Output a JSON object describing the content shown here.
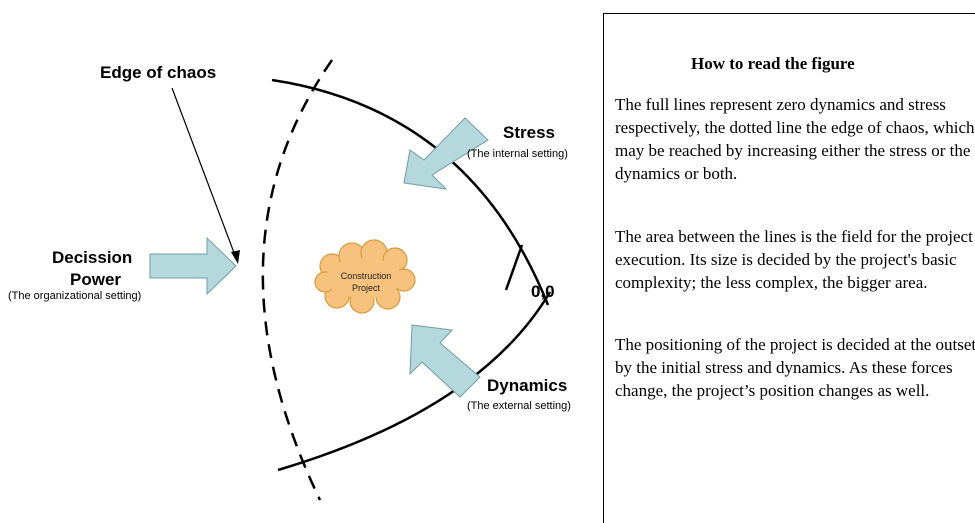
{
  "diagram": {
    "edge_of_chaos": "Edge of chaos",
    "stress": {
      "label": "Stress",
      "sublabel": "(The internal setting)"
    },
    "decision_power": {
      "line1": "Decission",
      "line2": "Power",
      "sublabel": "(The organizational setting)"
    },
    "dynamics": {
      "label": "Dynamics",
      "sublabel": "(The external setting)"
    },
    "origin": "0,0",
    "cloud": {
      "line1": "Construction",
      "line2": "Project"
    },
    "colors": {
      "arrow_fill": "#b4d8dc",
      "cloud_fill": "#f7c27e",
      "cloud_stroke": "#d99a3c",
      "line": "#000000"
    }
  },
  "info": {
    "title": "How to read the figure",
    "paragraphs": [
      "The full lines represent zero dynamics and stress respectively, the dotted line the edge of chaos, which may be reached by increasing either the stress or the dynamics or both.",
      "The area between the lines is the field for the project execution. Its size is decided by the project's basic complexity; the less complex, the bigger area.",
      "The positioning of the project is decided at the outset by the initial stress and dynamics. As these forces change, the project’s position changes as well."
    ]
  }
}
